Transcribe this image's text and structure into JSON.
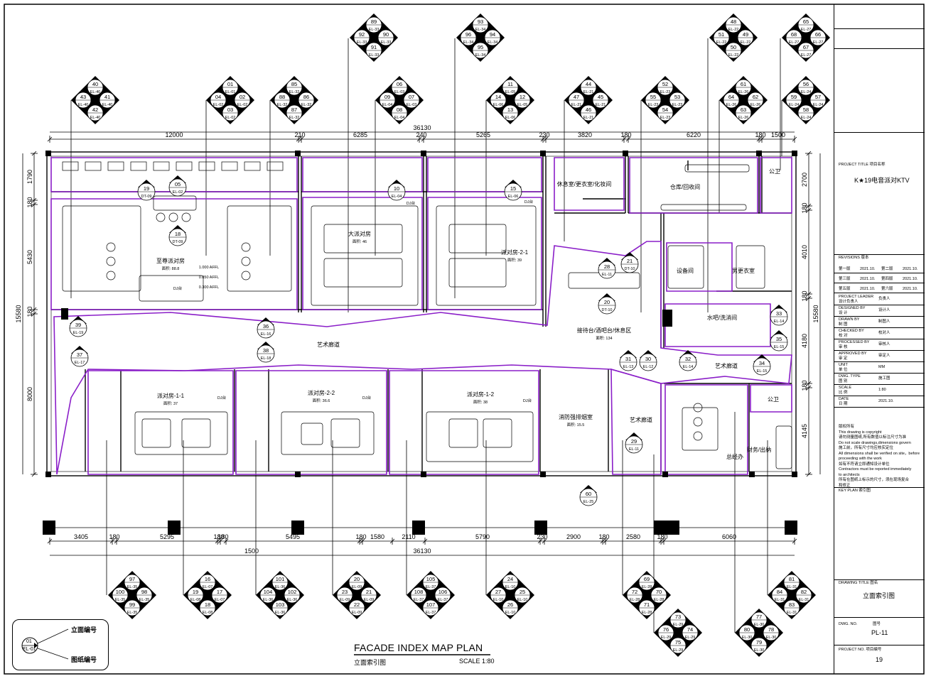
{
  "drawing": {
    "title": "FACADE INDEX MAP PLAN",
    "subtitle": "立面索引图",
    "scale": "SCALE 1:80"
  },
  "top_dims": {
    "total": "36130",
    "segments": [
      "12000",
      "210",
      "6285",
      "240",
      "5265",
      "230",
      "3820",
      "180",
      "6220",
      "180",
      "1500"
    ]
  },
  "bottom_dims": {
    "total": "36130",
    "sub": "1500",
    "segments": [
      "3405",
      "180",
      "5295",
      "180",
      "180",
      "5495",
      "180",
      "1580",
      "2110",
      "5790",
      "230",
      "2900",
      "180",
      "2580",
      "180",
      "6060"
    ]
  },
  "left_dims": {
    "total": "15580",
    "segments": [
      "1790",
      "180",
      "5430",
      "180",
      "8000"
    ]
  },
  "right_dims": {
    "total": "15580",
    "segments": [
      "2700",
      "180",
      "4010",
      "180",
      "4180",
      "180",
      "4145"
    ]
  },
  "rooms": [
    {
      "name": "至尊派对房",
      "area": "面积: 88.8"
    },
    {
      "name": "大派对房",
      "area": "面积: 46"
    },
    {
      "name": "派对房-2-1",
      "area": "面积: 39"
    },
    {
      "name": "休息室/更衣室/化妆间",
      "area": ""
    },
    {
      "name": "仓库/回收间",
      "area": ""
    },
    {
      "name": "公卫",
      "area": ""
    },
    {
      "name": "设备间",
      "area": ""
    },
    {
      "name": "男更衣室",
      "area": ""
    },
    {
      "name": "水吧/洗消间",
      "area": ""
    },
    {
      "name": "接待台/酒吧台/休息区",
      "area": "面积: 134"
    },
    {
      "name": "艺术廊道",
      "area": ""
    },
    {
      "name": "派对房-1-1",
      "area": "面积: 37"
    },
    {
      "name": "派对房-2-2",
      "area": "面积: 36.6"
    },
    {
      "name": "派对房-1-2",
      "area": "面积: 38"
    },
    {
      "name": "消防强排烟室",
      "area": "面积: 15.5"
    },
    {
      "name": "艺术廊道",
      "area": ""
    },
    {
      "name": "艺术廊道",
      "area": ""
    },
    {
      "name": "公卫",
      "area": ""
    },
    {
      "name": "总经办",
      "area": ""
    },
    {
      "name": "财务/出纳",
      "area": ""
    }
  ],
  "level_marks": [
    "1.000 AFFL",
    "0.850 AFFL",
    "0.300 AFFL",
    "DJ台",
    "DJ台",
    "DJ台",
    "DJ台",
    "DJ台",
    "DJ台"
  ],
  "diamond_groups": [
    {
      "nums": [
        "89",
        "92",
        "90",
        "91"
      ],
      "sheets": [
        "EL-33",
        "EL-33",
        "EL-33",
        "EL-33"
      ]
    },
    {
      "nums": [
        "93",
        "96",
        "94",
        "95"
      ],
      "sheets": [
        "EL-34",
        "EL-34",
        "EL-34",
        "EL-34"
      ]
    },
    {
      "nums": [
        "48",
        "51",
        "49",
        "50"
      ],
      "sheets": [
        "EL-22",
        "EL-22",
        "EL-22",
        "EL-22"
      ]
    },
    {
      "nums": [
        "65",
        "68",
        "66",
        "67"
      ],
      "sheets": [
        "EL-27",
        "EL-27",
        "EL-27",
        "EL-27"
      ]
    },
    {
      "nums": [
        "40",
        "43",
        "41",
        "42"
      ],
      "sheets": [
        "EL-40",
        "EL-40",
        "EL-40",
        "EL-40"
      ]
    },
    {
      "nums": [
        "01",
        "04",
        "02",
        "03"
      ],
      "sheets": [
        "EL-01",
        "EL-02",
        "EL-02",
        "EL-02"
      ]
    },
    {
      "nums": [
        "85",
        "88",
        "86",
        "87"
      ],
      "sheets": [
        "EL-32",
        "EL-32",
        "EL-32",
        "EL-32"
      ]
    },
    {
      "nums": [
        "06",
        "09",
        "07",
        "08"
      ],
      "sheets": [
        "EL-03",
        "EL-04",
        "EL-03",
        "EL-04"
      ]
    },
    {
      "nums": [
        "11",
        "14",
        "12",
        "13"
      ],
      "sheets": [
        "EL-05",
        "EL-06",
        "EL-05",
        "EL-06"
      ]
    },
    {
      "nums": [
        "44",
        "47",
        "45",
        "46"
      ],
      "sheets": [
        "EL-21",
        "EL-21",
        "EL-21",
        "EL-21"
      ]
    },
    {
      "nums": [
        "52",
        "55",
        "53",
        "54"
      ],
      "sheets": [
        "EL-23",
        "EL-23",
        "EL-23",
        "EL-23"
      ]
    },
    {
      "nums": [
        "61",
        "64",
        "62",
        "63"
      ],
      "sheets": [
        "EL-26",
        "EL-26",
        "EL-26",
        "EL-26"
      ]
    },
    {
      "nums": [
        "56",
        "59",
        "57",
        "58"
      ],
      "sheets": [
        "EL-24",
        "EL-24",
        "EL-24",
        "EL-24"
      ]
    },
    {
      "nums": [
        "97",
        "100",
        "98",
        "99"
      ],
      "sheets": [
        "EL-35",
        "EL-35",
        "EL-35",
        "EL-35"
      ]
    },
    {
      "nums": [
        "16",
        "19",
        "17",
        "18"
      ],
      "sheets": [
        "EL-07",
        "EL-08",
        "EL-07",
        "EL-08"
      ]
    },
    {
      "nums": [
        "101",
        "104",
        "102",
        "103"
      ],
      "sheets": [
        "EL-36",
        "EL-36",
        "EL-36",
        "EL-36"
      ]
    },
    {
      "nums": [
        "20",
        "23",
        "21",
        "22"
      ],
      "sheets": [
        "EL-09",
        "EL-09",
        "EL-09",
        "EL-09"
      ]
    },
    {
      "nums": [
        "105",
        "108",
        "106",
        "107"
      ],
      "sheets": [
        "EL-37",
        "EL-37",
        "EL-37",
        "EL-37"
      ]
    },
    {
      "nums": [
        "24",
        "27",
        "25",
        "26"
      ],
      "sheets": [
        "EL-10",
        "EL-10",
        "EL-10",
        "EL-10"
      ]
    },
    {
      "nums": [
        "69",
        "72",
        "70",
        "71"
      ],
      "sheets": [
        "EL-28",
        "EL-28",
        "EL-28",
        "EL-28"
      ]
    },
    {
      "nums": [
        "73",
        "76",
        "74",
        "75"
      ],
      "sheets": [
        "EL-29",
        "EL-29",
        "EL-29",
        "EL-29"
      ]
    },
    {
      "nums": [
        "81",
        "84",
        "82",
        "83"
      ],
      "sheets": [
        "EL-31",
        "EL-31",
        "EL-31",
        "EL-31"
      ]
    },
    {
      "nums": [
        "77",
        "80",
        "78",
        "79"
      ],
      "sheets": [
        "EL-30",
        "EL-30",
        "EL-30",
        "EL-30"
      ]
    }
  ],
  "index_markers": [
    {
      "num": "19",
      "sheet": "DT-09"
    },
    {
      "num": "05",
      "sheet": "EL-02"
    },
    {
      "num": "18",
      "sheet": "DT-09"
    },
    {
      "num": "10",
      "sheet": "EL-04"
    },
    {
      "num": "15",
      "sheet": "EL-06"
    },
    {
      "num": "21",
      "sheet": "DT-10"
    },
    {
      "num": "28",
      "sheet": "EL-11"
    },
    {
      "num": "20",
      "sheet": "DT-10"
    },
    {
      "num": "39",
      "sheet": "EL-19"
    },
    {
      "num": "37",
      "sheet": "EL-17"
    },
    {
      "num": "36",
      "sheet": "EL-16"
    },
    {
      "num": "38",
      "sheet": "EL-18"
    },
    {
      "num": "31",
      "sheet": "EL-13"
    },
    {
      "num": "30",
      "sheet": "EL-12"
    },
    {
      "num": "32",
      "sheet": "EL-14"
    },
    {
      "num": "33",
      "sheet": "EL-14"
    },
    {
      "num": "35",
      "sheet": "EL-15"
    },
    {
      "num": "34",
      "sheet": "EL-15"
    },
    {
      "num": "29",
      "sheet": "EL-11"
    },
    {
      "num": "60",
      "sheet": "EL-25"
    }
  ],
  "legend": {
    "sample_num": "01",
    "sample_sheet": "EL-01",
    "elevation_label": "立面编号",
    "sheet_label": "图纸编号"
  },
  "title_block": {
    "project_title_label": "PROJECT TITLE  项目名称",
    "project_name": "K★19电音派对KTV",
    "revisions_label": "REVISIONS  版本",
    "revisions": [
      [
        "第一版",
        "2021.10.",
        "第二版",
        "2021.10."
      ],
      [
        "第三版",
        "2021.10.",
        "第四版",
        "2021.10."
      ],
      [
        "第五版",
        "2021.10.",
        "第六版",
        "2021.10."
      ]
    ],
    "roles": [
      {
        "en": "PROJECT LEADER",
        "cn": "设计负责人",
        "val": "负责人"
      },
      {
        "en": "DESIGNED BY",
        "cn": "设  计",
        "val": "设计人"
      },
      {
        "en": "DRAWN BY",
        "cn": "制  图",
        "val": "制图人"
      },
      {
        "en": "CHECKED BY",
        "cn": "校  对",
        "val": "校对人"
      },
      {
        "en": "PROCESSED BY",
        "cn": "审  核",
        "val": "审核人"
      },
      {
        "en": "APPROVED BY",
        "cn": "审  定",
        "val": "审定人"
      },
      {
        "en": "UNIT",
        "cn": "单  位",
        "val": "MM"
      },
      {
        "en": "DWG. TYPE",
        "cn": "图  别",
        "val": "施工图"
      },
      {
        "en": "SCALE",
        "cn": "比  例",
        "val": "1:80"
      },
      {
        "en": "DATE",
        "cn": "日  期",
        "val": "2021.10."
      }
    ],
    "notes": [
      "版权所有",
      "This drawing is copyright",
      "请勿测量图纸,所有数值以标注尺寸为准",
      "Do not scale drawings,dimensions govern",
      "施工前，所有尺寸均应核实定位",
      "All dimensions shall be verified on site，before",
      "proceeding with the work",
      "如有不符请立即通知设计单位",
      "Contractors must be reported immediately",
      "to architects",
      "所有在图纸上标示的尺寸，须在现场复合",
      "和修正"
    ],
    "key_plan_label": "KEY  PLAN  索引图",
    "drawing_title_label": "DRAWING TITLE  图名",
    "drawing_title": "立面索引图",
    "dwg_no_label": "DWG.  NO.",
    "dwg_no_cn": "图号",
    "dwg_no": "PL-11",
    "project_no_label": "PROJECT NO.  项目编号",
    "project_no": "19"
  }
}
